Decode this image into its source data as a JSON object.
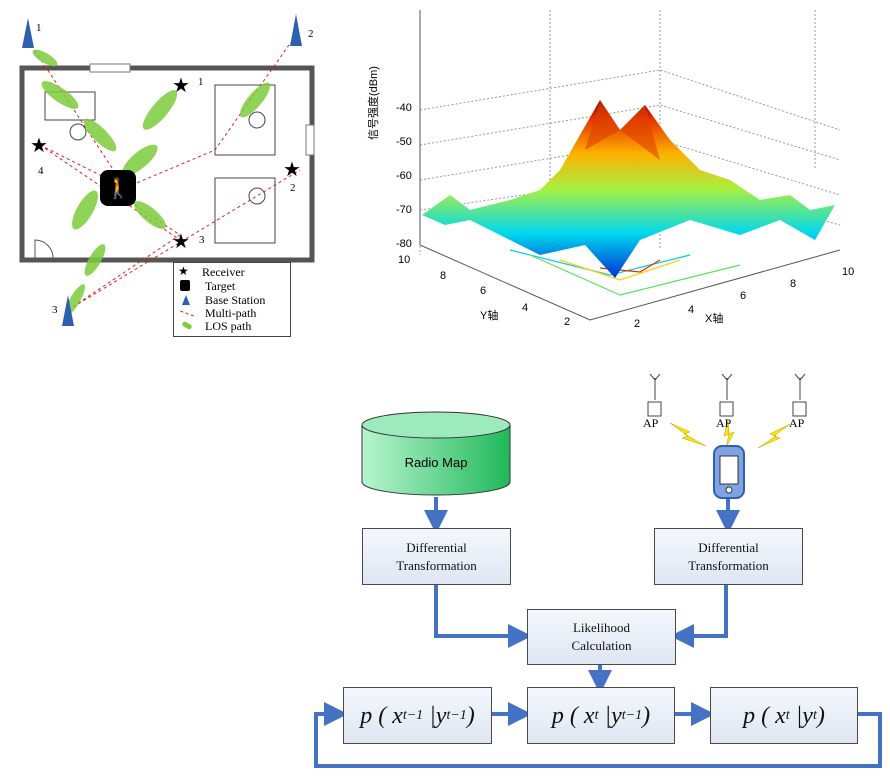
{
  "floorplan": {
    "stations": [
      "1",
      "2",
      "3"
    ],
    "receivers": [
      "1",
      "2",
      "3",
      "4"
    ],
    "legend": [
      "Receiver",
      "Target",
      "Base Station",
      "Multi-path",
      "LOS path"
    ]
  },
  "surface_plot": {
    "zlabel": "信号强度(dBm)",
    "xlabel": "X轴",
    "ylabel": "Y轴",
    "zticks": [
      "-40",
      "-50",
      "-60",
      "-70",
      "-80"
    ],
    "xticks": [
      "2",
      "4",
      "6",
      "8",
      "10"
    ],
    "yticks": [
      "10",
      "8",
      "6",
      "4",
      "2"
    ]
  },
  "flow": {
    "radio_map": "Radio Map",
    "ap_label": "AP",
    "diff1": [
      "Differential",
      "Transformation"
    ],
    "diff2": [
      "Differential",
      "Transformation"
    ],
    "likelihood": [
      "Likelihood",
      "Calculation"
    ],
    "prior": {
      "p": "p",
      "x": "x",
      "xs": "t−1",
      "y": "y",
      "ys": "t−1"
    },
    "predict": {
      "p": "p",
      "x": "x",
      "xs": "t",
      "y": "y",
      "ys": "t−1"
    },
    "posterior": {
      "p": "p",
      "x": "x",
      "xs": "t",
      "y": "y",
      "ys": "t"
    }
  },
  "colors": {
    "arrow": "#4472c4",
    "cylinder": "#2ecc71",
    "multipath": "#e02020",
    "los": "#7ccd3c"
  }
}
